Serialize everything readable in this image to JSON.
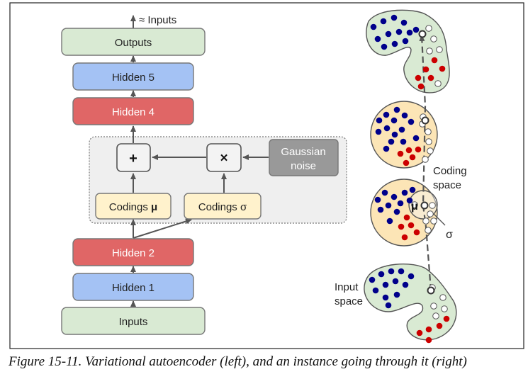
{
  "diagram": {
    "top_output_label": "≈ Inputs",
    "boxes": {
      "outputs": "Outputs",
      "hidden5": "Hidden 5",
      "hidden4": "Hidden 4",
      "plus": "+",
      "times": "×",
      "gaussian_line1": "Gaussian",
      "gaussian_line2": "noise",
      "codings_mu_prefix": "Codings ",
      "codings_mu_symbol": "μ",
      "codings_sigma": "Codings σ",
      "hidden2": "Hidden 2",
      "hidden1": "Hidden 1",
      "inputs": "Inputs"
    },
    "right_labels": {
      "coding_space_line1": "Coding",
      "coding_space_line2": "space",
      "mu": "μ",
      "sigma": "σ",
      "input_space_line1": "Input",
      "input_space_line2": "space"
    },
    "colors": {
      "green": "#d9ead3",
      "blue": "#a4c2f4",
      "red": "#e06666",
      "yellow": "#fff2cc",
      "gray": "#999999",
      "panel": "#efefef",
      "dot_blue": "#00008b",
      "dot_red": "#cc0000"
    }
  },
  "caption": "Figure 15-11. Variational autoencoder (left), and an instance going through it (right)"
}
